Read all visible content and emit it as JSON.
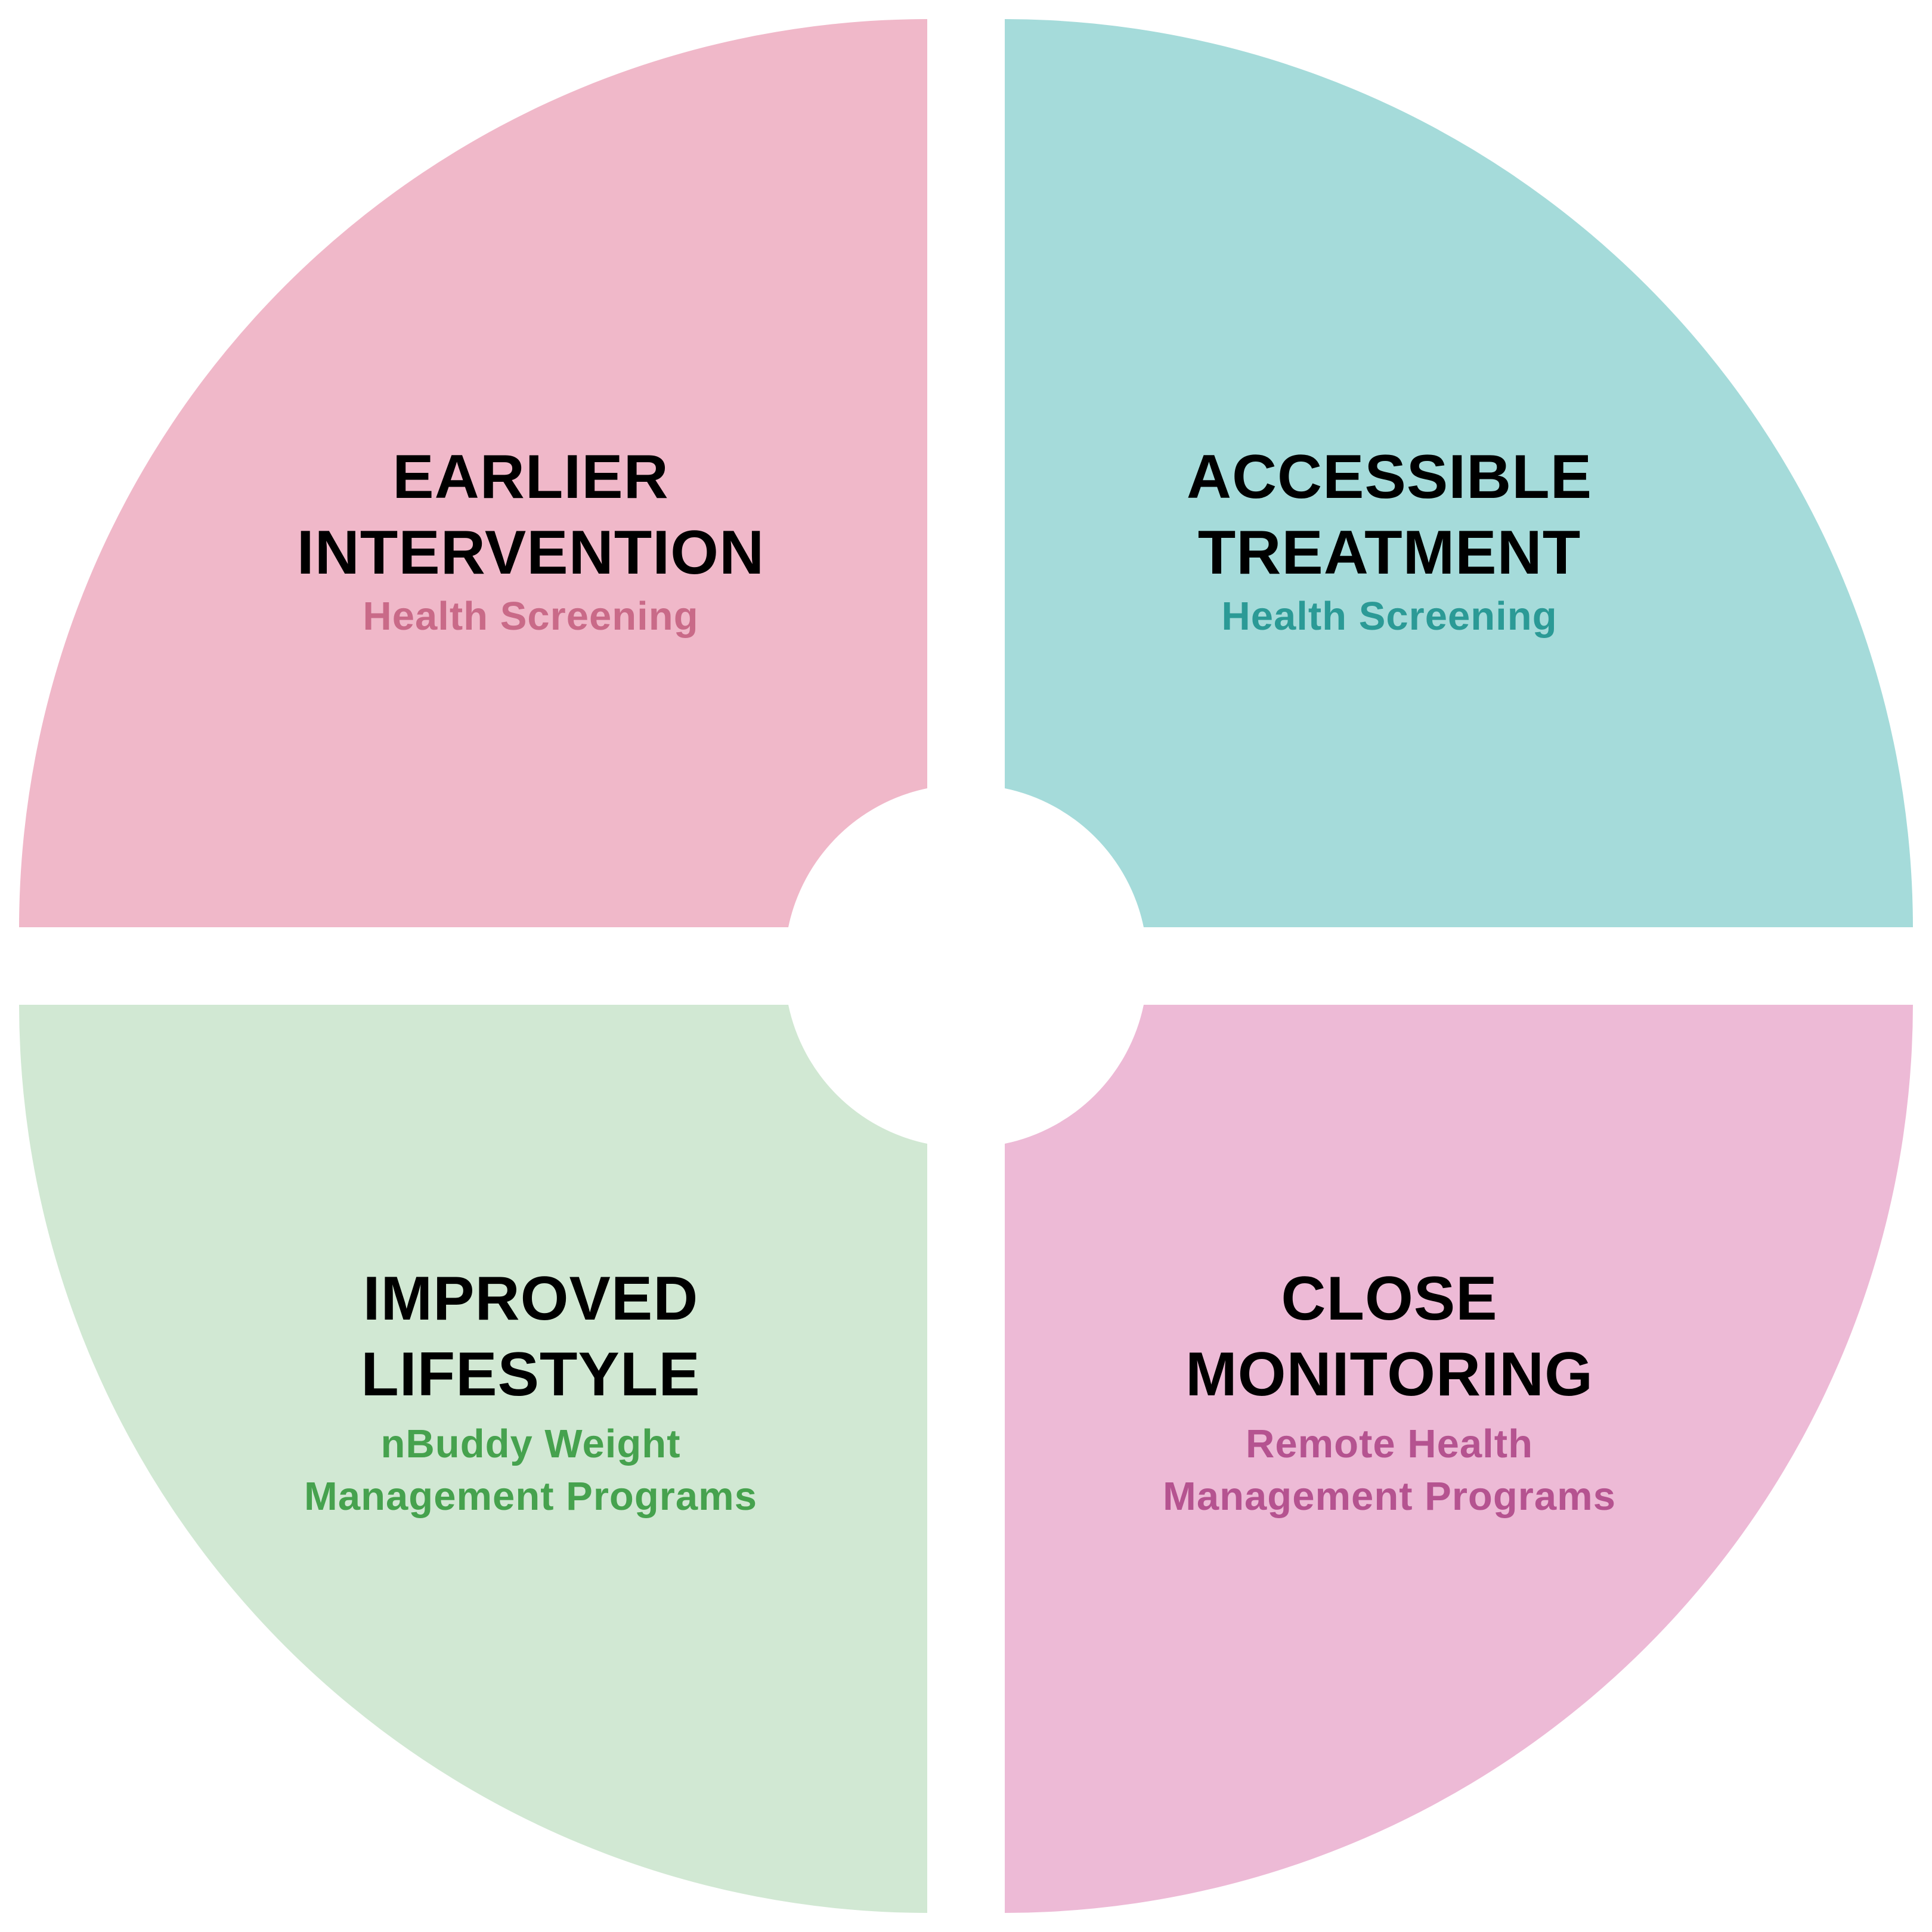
{
  "quadrants": [
    {
      "id": "top-left",
      "title": [
        "EARLIER",
        "INTERVENTION"
      ],
      "subtitle": [
        "Health Screening"
      ],
      "fill": "#F0B8C9",
      "subtitle_color": "#C96A88"
    },
    {
      "id": "top-right",
      "title": [
        "ACCESSIBLE",
        "TREATMENT"
      ],
      "subtitle": [
        "Health Screening"
      ],
      "fill": "#A5DBDA",
      "subtitle_color": "#2B9A96"
    },
    {
      "id": "bottom-left",
      "title": [
        "IMPROVED",
        "LIFESTYLE"
      ],
      "subtitle": [
        "nBuddy Weight",
        "Management Programs"
      ],
      "fill": "#D1E8D3",
      "subtitle_color": "#46A24E"
    },
    {
      "id": "bottom-right",
      "title": [
        "CLOSE",
        "MONITORING"
      ],
      "subtitle": [
        "Remote Health",
        "Management Programs"
      ],
      "fill": "#EDBAD6",
      "subtitle_color": "#B55390"
    }
  ]
}
